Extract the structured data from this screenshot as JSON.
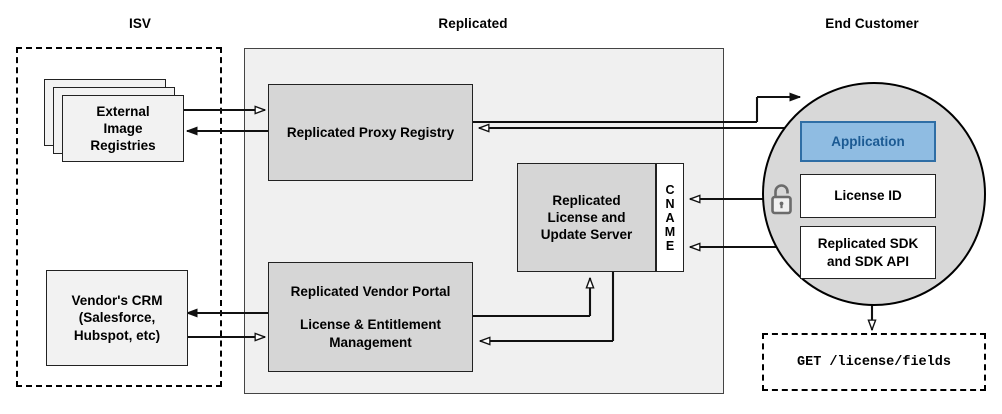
{
  "diagram": {
    "title_labels": {
      "isv": "ISV",
      "replicated": "Replicated",
      "end_customer": "End Customer"
    },
    "colors": {
      "app_fill": "#8fbce2",
      "app_border": "#2f6ea5",
      "app_text": "#1b5a93",
      "zone_fill": "#f0f0f0",
      "node_fill": "#d6d6d6",
      "circle_fill": "#d8d8d8",
      "stroke": "#222222"
    },
    "isv_zone": {
      "label": "ISV",
      "nodes": [
        {
          "name": "external-image-registries",
          "text": "External\nImage\nRegistries",
          "stacked": true,
          "stack_count": 3
        },
        {
          "name": "vendors-crm",
          "text": "Vendor's CRM\n(Salesforce,\nHubspot, etc)",
          "stacked": false
        }
      ]
    },
    "replicated_zone": {
      "label": "Replicated",
      "nodes": [
        {
          "name": "replicated-proxy-registry",
          "text": "Replicated Proxy Registry"
        },
        {
          "name": "replicated-license-and-update-server",
          "text": "Replicated\nLicense and\nUpdate Server"
        },
        {
          "name": "replicated-vendor-portal",
          "line1": "Replicated Vendor Portal",
          "line2": "License & Entitlement\nManagement"
        }
      ],
      "cname_tab": {
        "name": "cname-tab",
        "letters": [
          "C",
          "N",
          "A",
          "M",
          "E"
        ],
        "text": "CNAME"
      }
    },
    "end_customer_zone": {
      "label": "End Customer",
      "nodes": [
        {
          "name": "application",
          "text": "Application",
          "style": "blue"
        },
        {
          "name": "license-id",
          "text": "License ID",
          "style": "white"
        },
        {
          "name": "replicated-sdk",
          "text": "Replicated SDK\nand SDK API",
          "style": "white"
        }
      ],
      "lock_icon": {
        "name": "unlocked-padlock-icon",
        "state": "unlocked"
      },
      "api_call_box": {
        "name": "api-call-box",
        "text": "GET /license/fields",
        "font": "monospace",
        "border": "dashed"
      }
    }
  }
}
